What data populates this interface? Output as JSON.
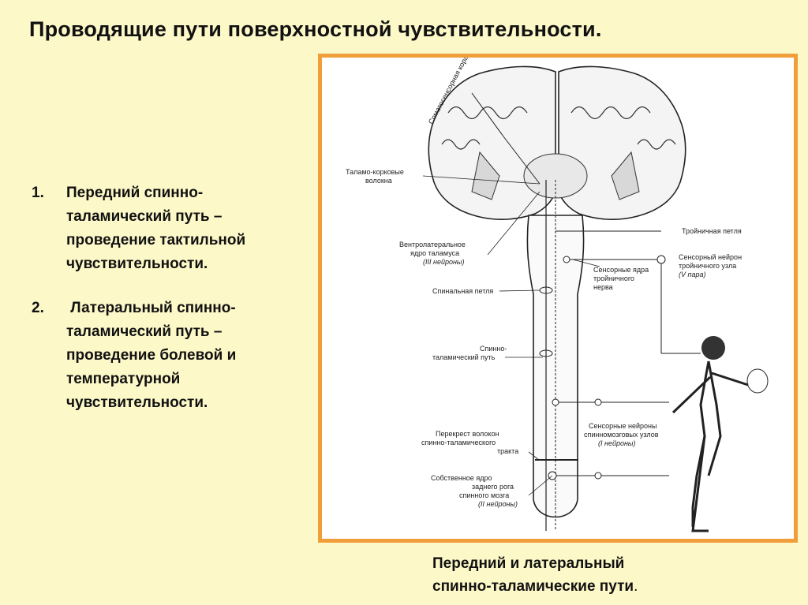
{
  "title": "Проводящие пути поверхностной чувствительности.",
  "items": [
    {
      "num": "1.",
      "lines": [
        "Передний спинно-",
        "таламический путь –",
        "проведение тактильной",
        "чувствительности."
      ]
    },
    {
      "num": "2.",
      "lines": [
        " Латеральный спинно-",
        "таламический путь –",
        "проведение болевой и",
        "температурной",
        "чувствительности."
      ]
    }
  ],
  "caption": {
    "line1": "Передний и латеральный",
    "line2": "спинно-таламические пути",
    "dot": "."
  },
  "figure": {
    "labels": {
      "cortex": "Соматосенсорная кора",
      "thalamo1": "Таламо-корковые",
      "thalamo2": "волокна",
      "trigem_loop": "Тройничная петля",
      "vl1": "Вентролатеральное",
      "vl2": "ядро таламуса",
      "vl3": "(III нейроны)",
      "sens_trig1": "Сенсорный нейрон",
      "sens_trig2": "тройничного узла",
      "sens_trig3": "(V пара)",
      "nuclei1": "Сенсорные ядра",
      "nuclei2": "тройничного",
      "nuclei3": "нерва",
      "spinal_loop": "Спинальная петля",
      "stt1": "Спинно-",
      "stt2": "таламический путь",
      "sens_neur1": "Сенсорные нейроны",
      "sens_neur2": "спинномозговых узлов",
      "sens_neur3": "(I нейроны)",
      "cross1": "Перекрест волокон",
      "cross2": "спинно-таламического",
      "cross3": "тракта",
      "own1": "Собственное ядро",
      "own2": "заднего рога",
      "own3": "спинного мозга",
      "own4": "(II нейроны)"
    }
  }
}
